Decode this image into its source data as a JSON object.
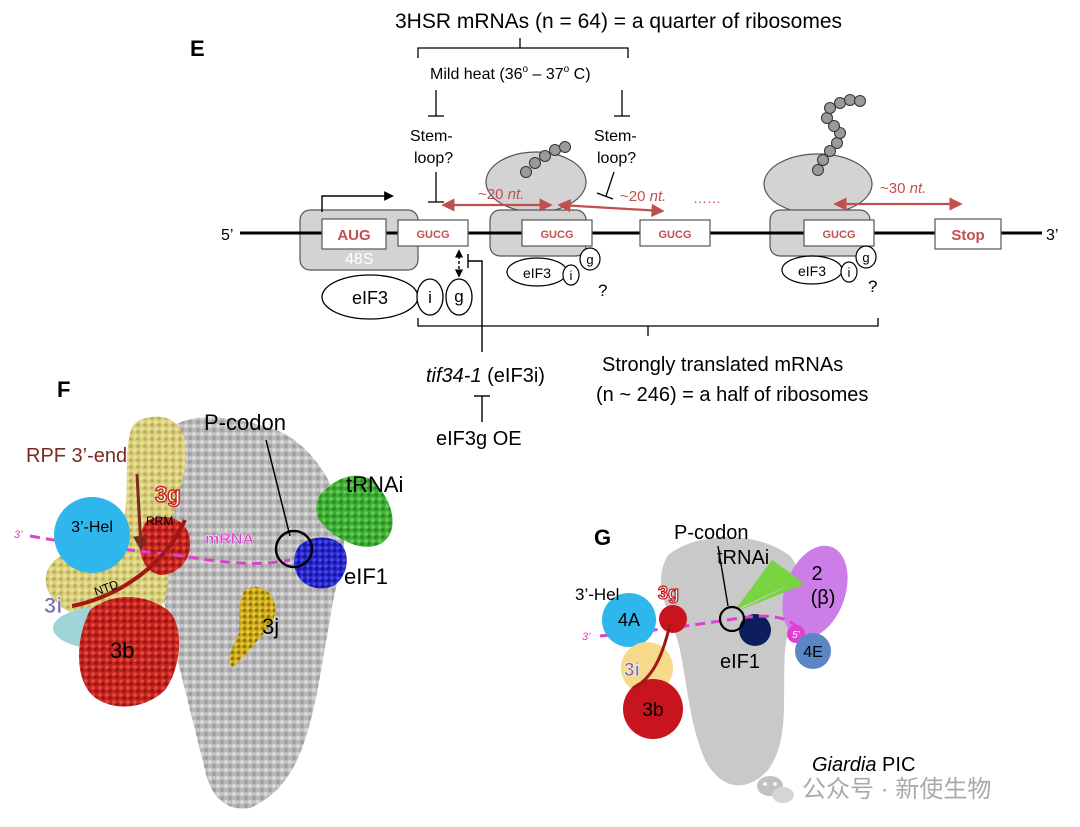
{
  "panels": {
    "E": {
      "label": "E",
      "header": "3HSR mRNAs (n = 64) = a quarter of ribosomes",
      "mild_heat": "Mild heat (36",
      "mild_heat_sup1": "o",
      "mild_heat_mid": " – 37",
      "mild_heat_sup2": "o",
      "mild_heat_end": " C)",
      "stem_loop_1": [
        "Stem-",
        "loop?"
      ],
      "stem_loop_2": [
        "Stem-",
        "loop?"
      ],
      "five_prime": "5’",
      "three_prime": "3’",
      "aug": "AUG",
      "gucg": "GUCG",
      "stop": "Stop",
      "label_48s": "48S",
      "nt20_a": "~20 ",
      "nt20_b": "~20 ",
      "nt30": "~30 ",
      "nt": "nt.",
      "dots": "……",
      "eif3": "eIF3",
      "i": "i",
      "g": "g",
      "question": "?",
      "strong_1": "Strongly translated mRNAs",
      "strong_2": "(n ~ 246) = a half of ribosomes",
      "tif_italic": "tif34-1",
      "tif_rest": " (eIF3i)",
      "eif3g_oe": "eIF3g OE"
    },
    "F": {
      "label": "F",
      "rpf": "RPF 3’-end",
      "p_codon": "P-codon",
      "trnai": "tRNAi",
      "hel": "3’-Hel",
      "g3": "3g",
      "rrm": "RRM",
      "mrna": "mRNA",
      "prime3": "3’",
      "ntd": "NTD",
      "i3": "3i",
      "b3": "3b",
      "j3": "3j",
      "eif1": "eIF1"
    },
    "G": {
      "label": "G",
      "p_codon": "P-codon",
      "trnai": "tRNAi",
      "hel": "3’-Hel",
      "a4": "4A",
      "g3": "3g",
      "beta_num": "2",
      "beta": "(β)",
      "prime3": "3’",
      "prime5": "5’",
      "e4": "4E",
      "i3": "3i",
      "eif1": "eIF1",
      "b3": "3b",
      "giardia_italic": "Giardia",
      "giardia_rest": " PIC"
    }
  },
  "watermark": "公众号 · 新使生物",
  "colors": {
    "accent_red": "#c0504d",
    "magenta": "#e040d0",
    "grey_sub": "#d3d3d3",
    "brown": "#7a2a1e"
  }
}
